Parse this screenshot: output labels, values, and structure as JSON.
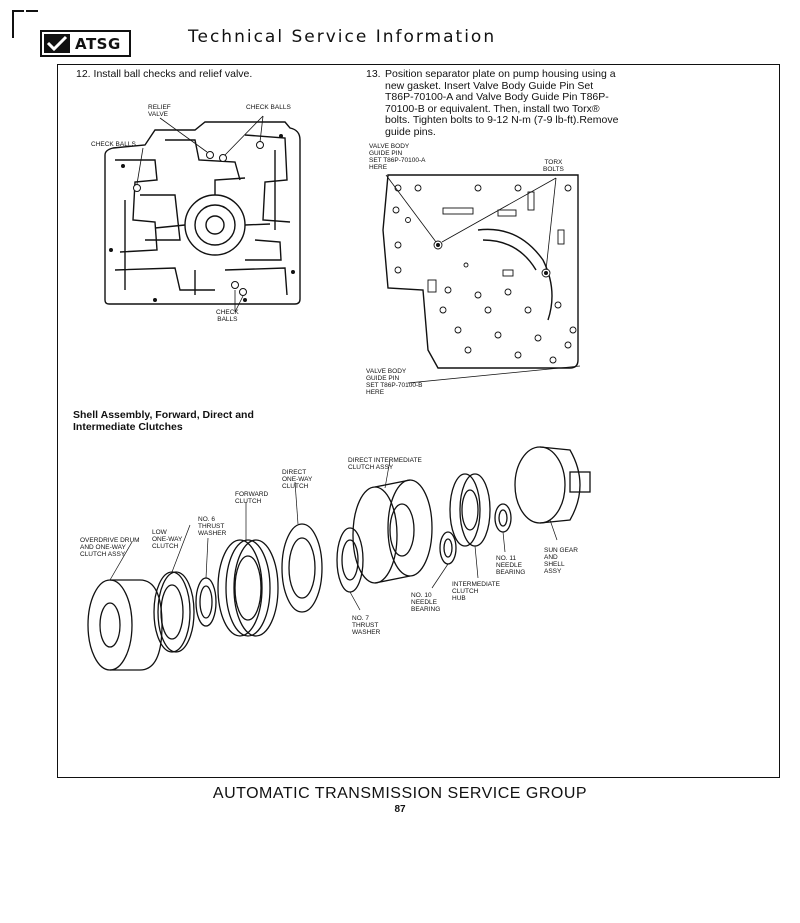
{
  "header": {
    "logo_text": "ATSG",
    "title": "Technical Service Information"
  },
  "step12": {
    "number": "12.",
    "text": "Install ball checks and relief valve."
  },
  "step13": {
    "number": "13.",
    "text": "Position separator plate on pump housing using a new gasket. Insert Valve Body Guide Pin Set T86P-70100-A and Valve Body Guide Pin T86P-70100-B or equivalent. Then, install two Torx® bolts. Tighten bolts to 9-12 N-m (7-9 lb-ft).Remove guide pins."
  },
  "fig12_labels": {
    "relief_valve": "RELIEF\nVALVE",
    "check_balls_top": "CHECK BALLS",
    "check_balls_left": "CHECK BALLS",
    "check_balls_bottom": "CHECK\nBALLS"
  },
  "fig13_labels": {
    "guide_pin_a": "VALVE BODY\nGUIDE PIN\nSET T86P-70100-A\nHERE",
    "torx_bolts": "TORX\nBOLTS",
    "guide_pin_b": "VALVE BODY\nGUIDE PIN\nSET T86P-70100-B\nHERE"
  },
  "section": {
    "title": "Shell Assembly, Forward, Direct and Intermediate Clutches"
  },
  "assembly_labels": {
    "direct_intermediate": "DIRECT INTERMEDIATE\nCLUTCH ASSY",
    "direct_one_way": "DIRECT\nONE-WAY\nCLUTCH",
    "forward_clutch": "FORWARD\nCLUTCH",
    "no6_washer": "NO. 6\nTHRUST\nWASHER",
    "low_one_way": "LOW\nONE-WAY\nCLUTCH",
    "overdrive_drum": "OVERDRIVE DRUM\nAND ONE-WAY\nCLUTCH ASSY",
    "no7_washer": "NO. 7\nTHRUST\nWASHER",
    "no10_bearing": "NO. 10\nNEEDLE\nBEARING",
    "intermediate_hub": "INTERMEDIATE\nCLUTCH\nHUB",
    "no11_bearing": "NO. 11\nNEEDLE\nBEARING",
    "sun_gear": "SUN GEAR\nAND\nSHELL\nASSY"
  },
  "footer": {
    "org": "AUTOMATIC TRANSMISSION SERVICE GROUP",
    "page": "87"
  }
}
